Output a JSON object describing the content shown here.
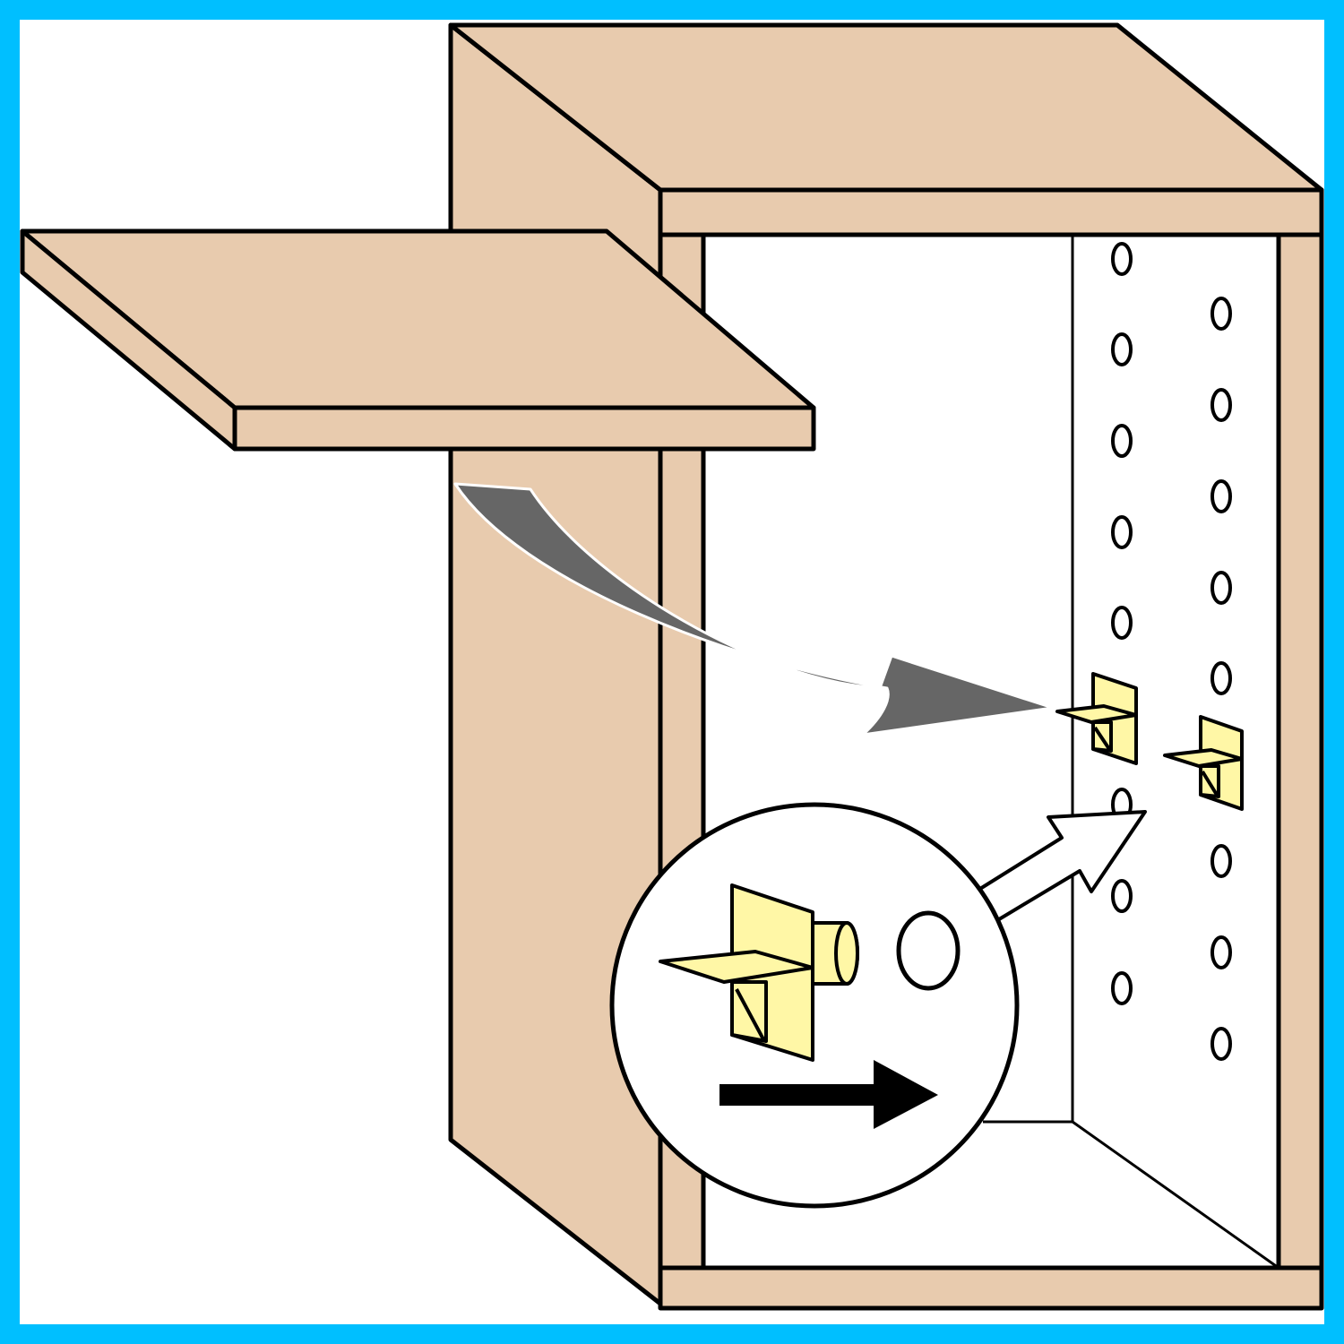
{
  "diagram": {
    "colors": {
      "frame_border": "#00bfff",
      "wood": "#e8cbae",
      "bracket": "#fff7a6",
      "curved_arrow": "#666666",
      "outline": "#000000",
      "background": "#ffffff"
    },
    "icons": {
      "shelf": "shelf-board",
      "cabinet": "cabinet-frame",
      "support": "shelf-support-pin",
      "curved_arrow": "curved-arrow",
      "outline_arrow": "outline-arrow",
      "insert_arrow": "right-arrow"
    },
    "holes": {
      "front_column_count": 9,
      "back_column_count": 9
    },
    "installed_supports": 2
  }
}
